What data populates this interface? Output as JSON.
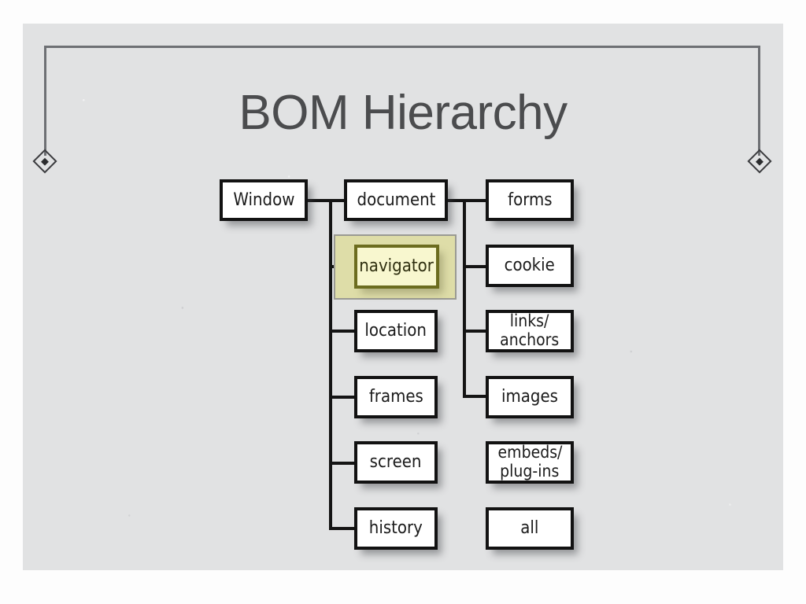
{
  "slide": {
    "title": "BOM Hierarchy",
    "background_color": "#e1e2e3",
    "page_color": "#fdfdfd",
    "title_color": "#4b4c4e",
    "decoration_color": "#6e7074"
  },
  "decorations": [
    {
      "name": "top-left-bracket",
      "finial": "diamond-with-dot"
    },
    {
      "name": "top-right-bracket",
      "finial": "diamond-with-dot"
    }
  ],
  "diagram": {
    "type": "tree",
    "root": "Window",
    "node_style": {
      "fill": "#ffffff",
      "border": "#121212",
      "text": "#1b1b1b"
    },
    "highlight_style": {
      "fill": "#f8f7cf",
      "border": "#6c6c1f",
      "frame_fill": "#dedda8",
      "frame_border": "#9a9a93"
    },
    "nodes": [
      {
        "id": "window",
        "label": "Window",
        "column": "left",
        "selected": false
      },
      {
        "id": "document",
        "label": "document",
        "column": "middle",
        "selected": false
      },
      {
        "id": "navigator",
        "label": "navigator",
        "column": "middle",
        "selected": true
      },
      {
        "id": "location",
        "label": "location",
        "column": "middle",
        "selected": false
      },
      {
        "id": "frames",
        "label": "frames",
        "column": "middle",
        "selected": false
      },
      {
        "id": "screen",
        "label": "screen",
        "column": "middle",
        "selected": false
      },
      {
        "id": "history",
        "label": "history",
        "column": "middle",
        "selected": false
      },
      {
        "id": "forms",
        "label": "forms",
        "column": "right",
        "selected": false
      },
      {
        "id": "cookie",
        "label": "cookie",
        "column": "right",
        "selected": false
      },
      {
        "id": "links",
        "label": "links/\nanchors",
        "column": "right",
        "selected": false
      },
      {
        "id": "images",
        "label": "images",
        "column": "right",
        "selected": false
      },
      {
        "id": "embeds",
        "label": "embeds/\nplug-ins",
        "column": "right",
        "selected": false
      },
      {
        "id": "all",
        "label": "all",
        "column": "right",
        "selected": false
      }
    ],
    "labels": {
      "window": "Window",
      "document": "document",
      "navigator": "navigator",
      "location": "location",
      "frames": "frames",
      "screen": "screen",
      "history": "history",
      "forms": "forms",
      "cookie": "cookie",
      "links_line1": "links/",
      "links_line2": "anchors",
      "images": "images",
      "embeds_line1": "embeds/",
      "embeds_line2": "plug-ins",
      "all": "all"
    },
    "edges": [
      {
        "from": "window",
        "to": "document"
      },
      {
        "from": "window",
        "to": "navigator"
      },
      {
        "from": "window",
        "to": "location"
      },
      {
        "from": "window",
        "to": "frames"
      },
      {
        "from": "window",
        "to": "screen"
      },
      {
        "from": "window",
        "to": "history"
      },
      {
        "from": "document",
        "to": "forms"
      },
      {
        "from": "document",
        "to": "cookie"
      },
      {
        "from": "document",
        "to": "links"
      },
      {
        "from": "document",
        "to": "images"
      }
    ]
  }
}
